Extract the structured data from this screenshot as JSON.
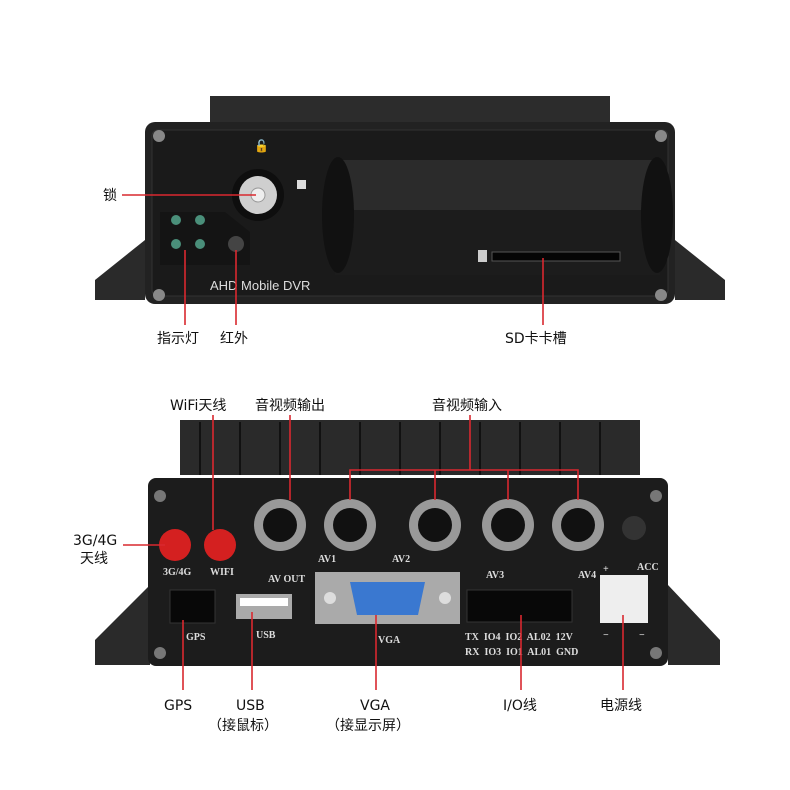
{
  "front": {
    "brand_text": "AHD Mobile DVR",
    "labels": {
      "lock": "锁",
      "indicator": "指示灯",
      "infrared": "红外",
      "sd_slot": "SD卡卡槽"
    }
  },
  "rear": {
    "labels": {
      "wifi_antenna": "WiFi天线",
      "av_output": "音视频输出",
      "av_input": "音视频输入",
      "antenna_3g4g_1": "3G/4G",
      "antenna_3g4g_2": "天线",
      "gps": "GPS",
      "usb": "USB",
      "usb_note": "（接鼠标）",
      "vga": "VGA",
      "vga_note": "（接显示屏）",
      "io": "I/O线",
      "power": "电源线"
    },
    "panel_text": {
      "port_3g4g": "3G/4G",
      "port_wifi": "WIFI",
      "av_out": "AV OUT",
      "av1": "AV1",
      "av2": "AV2",
      "av3": "AV3",
      "av4": "AV4",
      "acc": "ACC",
      "gps": "GPS",
      "usb": "USB",
      "vga": "VGA",
      "io_row1": "TX  IO4  IO2  AL02  12V",
      "io_row2": "RX  IO3  IO1  AL01  GND",
      "plus": "+",
      "minus1": "−",
      "minus2": "−"
    }
  },
  "colors": {
    "annotation": "#d9282f",
    "body": "#1e1e1e",
    "antenna": "#d42020",
    "vga_port": "#3a78d0"
  }
}
